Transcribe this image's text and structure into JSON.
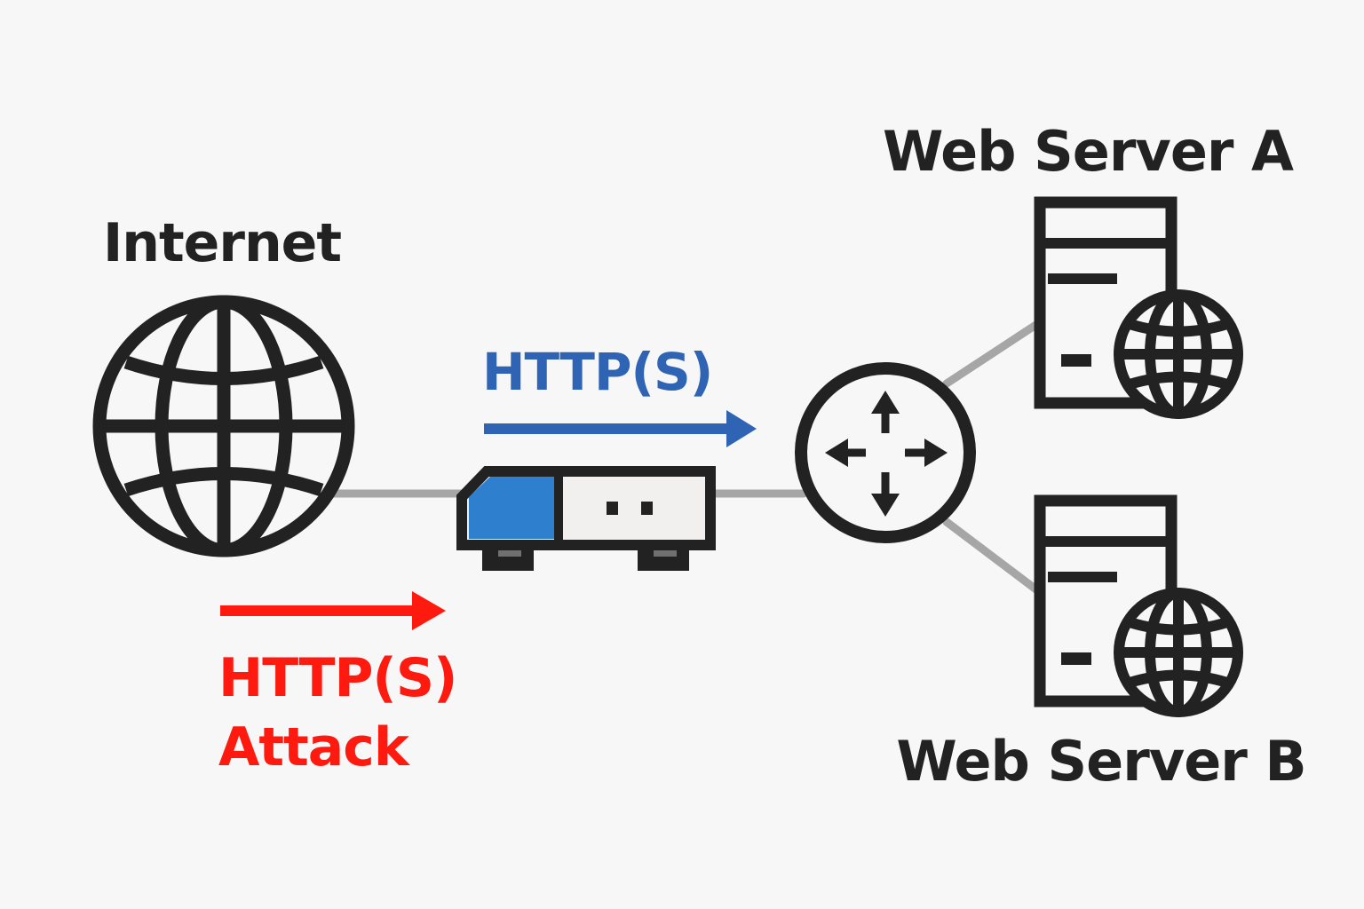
{
  "labels": {
    "internet": "Internet",
    "http_normal": "HTTP(S)",
    "http_attack_line1": "HTTP(S)",
    "http_attack_line2": "Attack",
    "server_a": "Web Server A",
    "server_b": "Web Server B"
  },
  "icons": {
    "internet": "globe-icon",
    "firewall": "firewall-appliance-icon",
    "load_balancer": "router-icon",
    "server_a": "web-server-icon",
    "server_b": "web-server-icon"
  },
  "colors": {
    "ink": "#222222",
    "link": "#a6a6a6",
    "normal_traffic": "#2f63b3",
    "attack_traffic": "#ff1a10",
    "appliance_accent": "#2f7fcf",
    "appliance_body": "#f1f0ee",
    "appliance_feet": "#707070",
    "background": "#f7f7f7"
  }
}
